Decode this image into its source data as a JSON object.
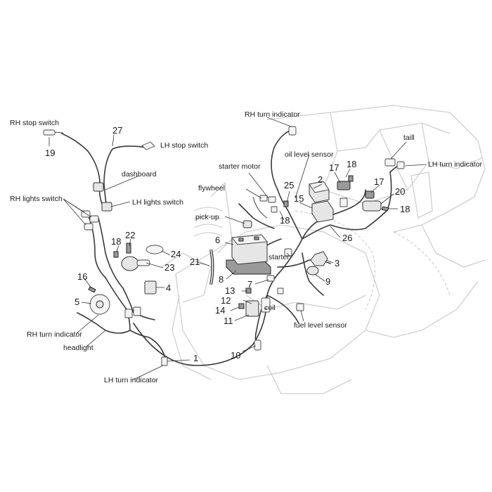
{
  "labels": {
    "rh_stop_switch": "RH stop switch",
    "lh_stop_switch": "LH stop switch",
    "dashboard": "dashboard",
    "rh_lights_switch": "RH lights switch",
    "lh_lights_switch": "LH lights switch",
    "rh_turn_indicator_top": "RH turn indicator",
    "oil_level_sensor": "oil level sensor",
    "starter_motor": "starter motor",
    "flywheel": "flywheel",
    "pick_up": "pick-up",
    "taill": "taill",
    "lh_turn_indicator_rear": "LH turn indicator",
    "starter": "starter",
    "coil": "coil",
    "fuel_level_sensor": "fuel level sensor",
    "rh_turn_indicator_front": "RH turn indicator",
    "headlight": "headlight",
    "lh_turn_indicator_front": "LH turn indicator"
  },
  "numbers": {
    "n1": "1",
    "n2": "2",
    "n3": "3",
    "n4": "4",
    "n5": "5",
    "n6": "6",
    "n7": "7",
    "n8": "8",
    "n9": "9",
    "n10": "10",
    "n11": "11",
    "n12": "12",
    "n13": "13",
    "n14": "14",
    "n15": "15",
    "n16": "16",
    "n17a": "17",
    "n17b": "17",
    "n18a": "18",
    "n18b": "18",
    "n18c": "18",
    "n18d": "18",
    "n19": "19",
    "n20": "20",
    "n21": "21",
    "n22": "22",
    "n23": "23",
    "n24": "24",
    "n25": "25",
    "n26": "26",
    "n27": "27"
  }
}
